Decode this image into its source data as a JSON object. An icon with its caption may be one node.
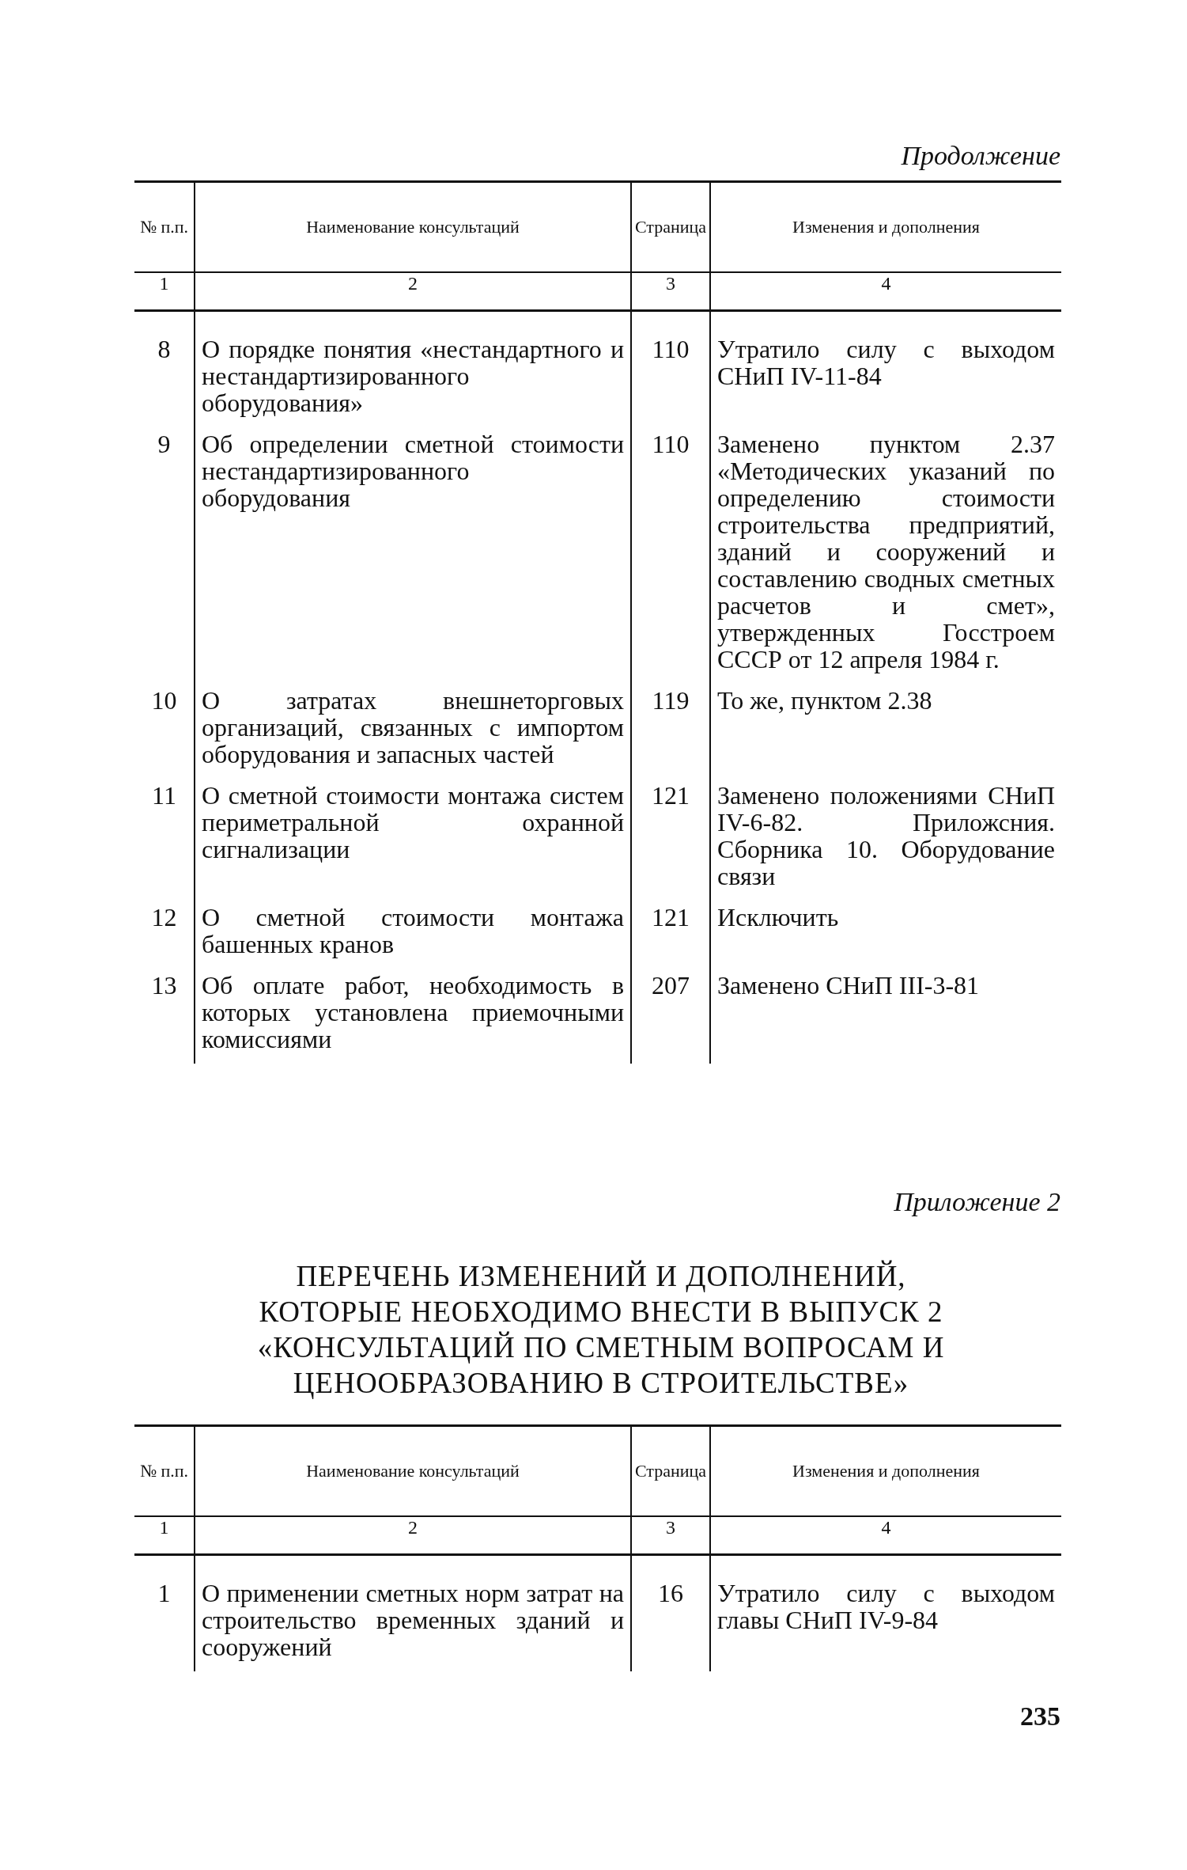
{
  "diagram": {
    "labels": [
      "Продолжение",
      "№ п.п.",
      "Наименование консультаций",
      "Страница",
      "Изменения и дополнения",
      "1",
      "2",
      "3",
      "4",
      "8",
      "О порядке понятия «нестандартного и нестандартизированного оборудования»",
      "110",
      "Утратило силу с выходом СНиП IV-11-84",
      "9",
      "Об определении сметной стоимости нестандартизированного оборудования",
      "110",
      "Заменено пунктом 2.37 «Методических указаний по определению стоимости строительства предприятий, зданий и сооружений и составлению сводных сметных расчетов и смет», утвержденных Госстроем СССР от 12 апреля 1984 г.",
      "10",
      "О затратах внешнеторговых организаций, связанных с импортом оборудования и запасных частей",
      "119",
      "То же, пунктом 2.38",
      "11",
      "О сметной стоимости монтажа систем периметральной охранной сигнализации",
      "121",
      "Заменено положениями СНиП IV-6-82. Приложсния. Сборника 10. Оборудование связи",
      "12",
      "О сметной стоимости монтажа башенных кранов",
      "121",
      "Исключить",
      "13",
      "Об оплате работ, необходимость в которых установлена приемочными комиссиями",
      "207",
      "Заменено СНиП III-3-81",
      "Приложение 2",
      "ПЕРЕЧЕНЬ ИЗМЕНЕНИЙ И ДОПОЛНЕНИЙ, КОТОРЫЕ НЕОБХОДИМО ВНЕСТИ В ВЫПУСК 2 «КОНСУЛЬТАЦИЙ ПО СМЕТНЫМ ВОПРОСАМ И ЦЕНООБРАЗОВАНИЮ В СТРОИТЕЛЬСТВЕ»",
      "№ п.п.",
      "Наименование консультаций",
      "Страница",
      "Изменения и дополнения",
      "1",
      "2",
      "3",
      "4",
      "1",
      "О применении сметных норм затрат на строительство временных зданий и сооружений",
      "16",
      "Утратило силу с выходом главы СНиП IV-9-84",
      "235"
    ]
  }
}
